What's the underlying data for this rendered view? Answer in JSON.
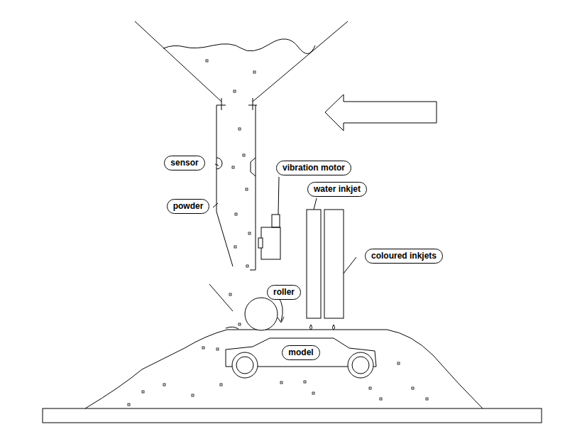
{
  "diagram": {
    "nodes": [
      {
        "text": [
          "sensor"
        ]
      },
      {
        "text": [
          "vibration motor"
        ]
      },
      {
        "text": [
          "water inkjet"
        ]
      },
      {
        "text": [
          "powder"
        ]
      },
      {
        "text": [
          "coloured inkjets"
        ]
      },
      {
        "text": [
          "roller"
        ]
      },
      {
        "text": [
          "model"
        ]
      }
    ]
  }
}
